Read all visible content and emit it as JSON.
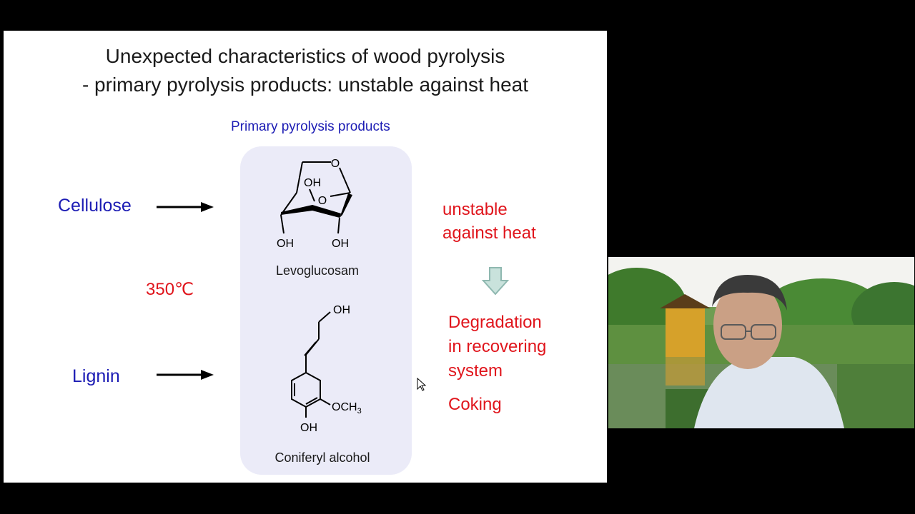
{
  "slide": {
    "title_line1": "Unexpected characteristics of wood pyrolysis",
    "title_line2": "- primary pyrolysis products: unstable against heat",
    "panel_heading": "Primary pyrolysis products",
    "feedstocks": [
      "Cellulose",
      "Lignin"
    ],
    "temperature": "350℃",
    "products": {
      "levoglucosan": {
        "name": "Levoglucosam",
        "atoms": {
          "o_ring": "O",
          "o_bridge": "O",
          "oh_top": "OH",
          "oh_left": "OH",
          "oh_right": "OH"
        }
      },
      "coniferyl": {
        "name": "Coniferyl alcohol",
        "atoms": {
          "oh_chain": "OH",
          "och3": "OCH",
          "och3_sub": "3",
          "oh_ring": "OH"
        }
      }
    },
    "note_unstable_line1": "unstable",
    "note_unstable_line2": "against heat",
    "outcome_line1": "Degradation",
    "outcome_line2": "in recovering",
    "outcome_line3": "system",
    "outcome_coking": "Coking"
  },
  "colors": {
    "feedstock_text": "#1c1cb4",
    "highlight_text": "#e0151c",
    "panel_bg": "#ebebf8",
    "arrow_down_fill": "#c9e2dc",
    "arrow_down_stroke": "#8fb8b0"
  },
  "icons": {
    "arrow": "right-arrow-icon",
    "down_arrow": "down-arrow-icon",
    "cursor": "mouse-pointer-icon"
  }
}
